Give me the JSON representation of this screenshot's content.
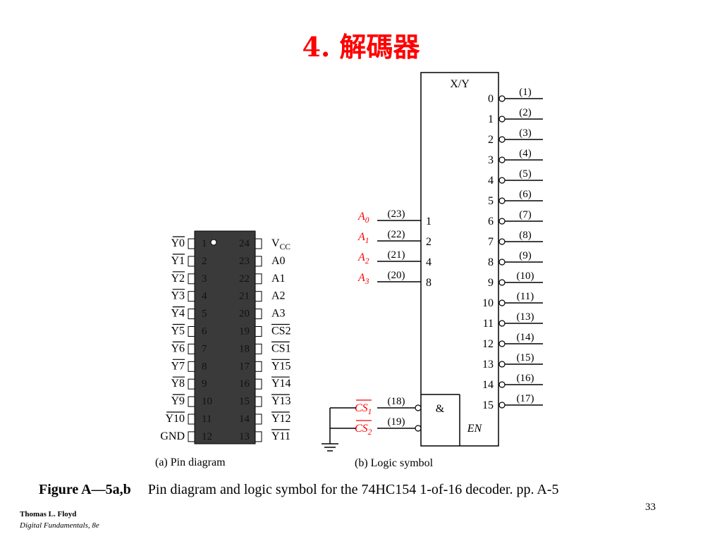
{
  "title": "4. 解碼器",
  "pin_diagram": {
    "left_pins": [
      {
        "num": "1",
        "label": "Y0",
        "overbar": true
      },
      {
        "num": "2",
        "label": "Y1",
        "overbar": true
      },
      {
        "num": "3",
        "label": "Y2",
        "overbar": true
      },
      {
        "num": "4",
        "label": "Y3",
        "overbar": true
      },
      {
        "num": "5",
        "label": "Y4",
        "overbar": true
      },
      {
        "num": "6",
        "label": "Y5",
        "overbar": true
      },
      {
        "num": "7",
        "label": "Y6",
        "overbar": true
      },
      {
        "num": "8",
        "label": "Y7",
        "overbar": true
      },
      {
        "num": "9",
        "label": "Y8",
        "overbar": true
      },
      {
        "num": "10",
        "label": "Y9",
        "overbar": true
      },
      {
        "num": "11",
        "label": "Y10",
        "overbar": true
      },
      {
        "num": "12",
        "label": "GND",
        "overbar": false
      }
    ],
    "right_pins": [
      {
        "num": "24",
        "label": "V",
        "sub": "CC",
        "overbar": false
      },
      {
        "num": "23",
        "label": "A0",
        "overbar": false
      },
      {
        "num": "22",
        "label": "A1",
        "overbar": false
      },
      {
        "num": "21",
        "label": "A2",
        "overbar": false
      },
      {
        "num": "20",
        "label": "A3",
        "overbar": false
      },
      {
        "num": "19",
        "label": "CS2",
        "overbar": true
      },
      {
        "num": "18",
        "label": "CS1",
        "overbar": true
      },
      {
        "num": "17",
        "label": "Y15",
        "overbar": true
      },
      {
        "num": "16",
        "label": "Y14",
        "overbar": true
      },
      {
        "num": "15",
        "label": "Y13",
        "overbar": true
      },
      {
        "num": "14",
        "label": "Y12",
        "overbar": true
      },
      {
        "num": "13",
        "label": "Y11",
        "overbar": true
      }
    ],
    "caption": "(a)  Pin diagram"
  },
  "logic_symbol": {
    "header": "X/Y",
    "inputs": [
      {
        "name": "A",
        "sub": "0",
        "pin": "(23)",
        "weight": "1"
      },
      {
        "name": "A",
        "sub": "1",
        "pin": "(22)",
        "weight": "2"
      },
      {
        "name": "A",
        "sub": "2",
        "pin": "(21)",
        "weight": "4"
      },
      {
        "name": "A",
        "sub": "3",
        "pin": "(20)",
        "weight": "8"
      }
    ],
    "outputs": [
      {
        "num": "0",
        "pin": "(1)"
      },
      {
        "num": "1",
        "pin": "(2)"
      },
      {
        "num": "2",
        "pin": "(3)"
      },
      {
        "num": "3",
        "pin": "(4)"
      },
      {
        "num": "4",
        "pin": "(5)"
      },
      {
        "num": "5",
        "pin": "(6)"
      },
      {
        "num": "6",
        "pin": "(7)"
      },
      {
        "num": "7",
        "pin": "(8)"
      },
      {
        "num": "8",
        "pin": "(9)"
      },
      {
        "num": "9",
        "pin": "(10)"
      },
      {
        "num": "10",
        "pin": "(11)"
      },
      {
        "num": "11",
        "pin": "(13)"
      },
      {
        "num": "12",
        "pin": "(14)"
      },
      {
        "num": "13",
        "pin": "(15)"
      },
      {
        "num": "14",
        "pin": "(16)"
      },
      {
        "num": "15",
        "pin": "(17)"
      }
    ],
    "enables": [
      {
        "name": "CS",
        "sub": "1",
        "pin": "(18)"
      },
      {
        "name": "CS",
        "sub": "2",
        "pin": "(19)"
      }
    ],
    "and_label": "&",
    "en_label": "EN",
    "caption": "(b)  Logic symbol"
  },
  "figure_caption": {
    "label": "Figure A—5a,b",
    "text": "Pin diagram and logic symbol for the 74HC154 1-of-16 decoder. pp. A-5"
  },
  "page_number": "33",
  "footer": {
    "author": "Thomas L. Floyd",
    "book": "Digital Fundamentals, 8e"
  },
  "colors": {
    "title": "#ff0000",
    "signal_labels": "#ff0000",
    "ic_body": "#3a3a3a",
    "line": "#000000"
  }
}
